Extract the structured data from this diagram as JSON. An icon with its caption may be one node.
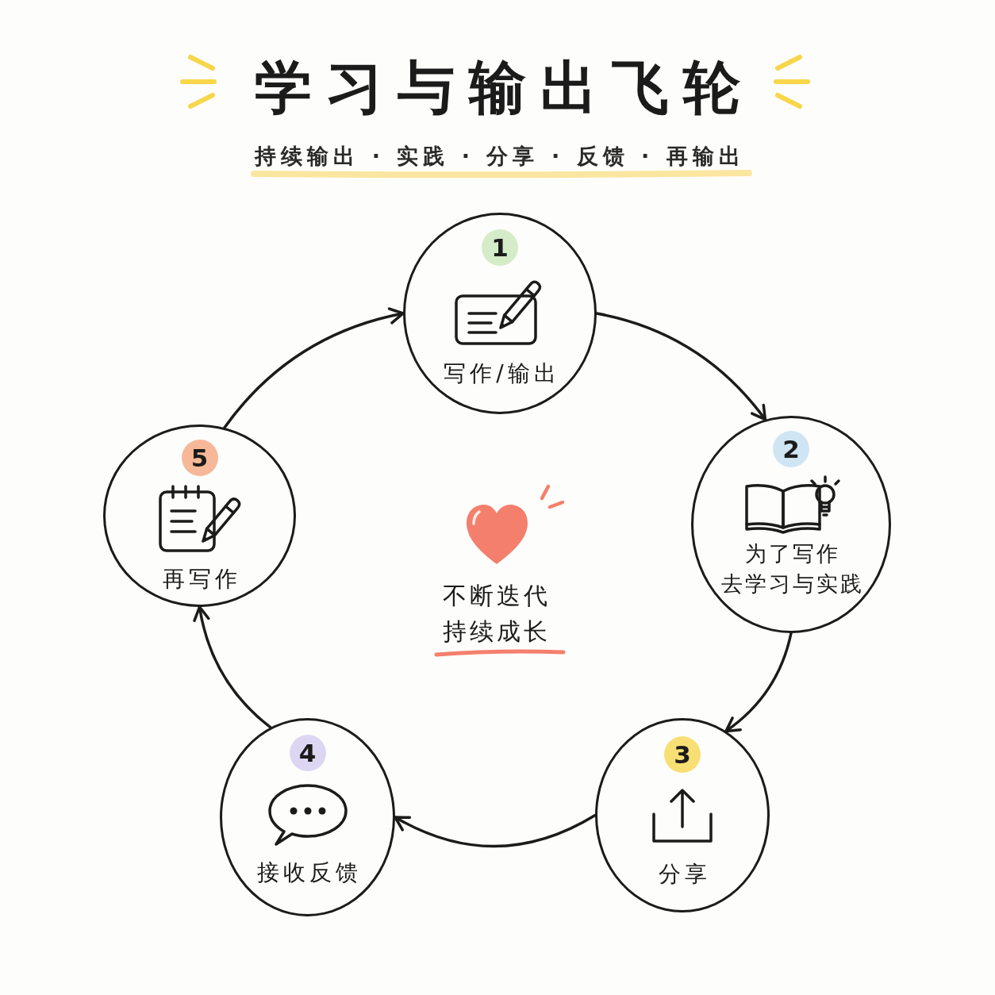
{
  "diagram": {
    "title": "学习与输出飞轮",
    "nodes": [
      {
        "text": [
          "1",
          "写作/输出"
        ]
      },
      {
        "text": [
          "2",
          "为了写作去学习与实践"
        ]
      },
      {
        "text": [
          "3",
          "分享"
        ]
      },
      {
        "text": [
          "4",
          "接收反馈"
        ]
      },
      {
        "text": [
          "5",
          "再写作"
        ]
      }
    ],
    "edges": [
      {
        "from": 0,
        "to": 1,
        "arrow": "to"
      },
      {
        "from": 1,
        "to": 2,
        "arrow": "to"
      },
      {
        "from": 2,
        "to": 3,
        "arrow": "to"
      },
      {
        "from": 3,
        "to": 4,
        "arrow": "to"
      },
      {
        "from": 4,
        "to": 0,
        "arrow": "to"
      }
    ],
    "labels": [
      "持续输出 · 实践 · 分享 · 反馈 · 再输出",
      "不断迭代持续成长"
    ]
  }
}
